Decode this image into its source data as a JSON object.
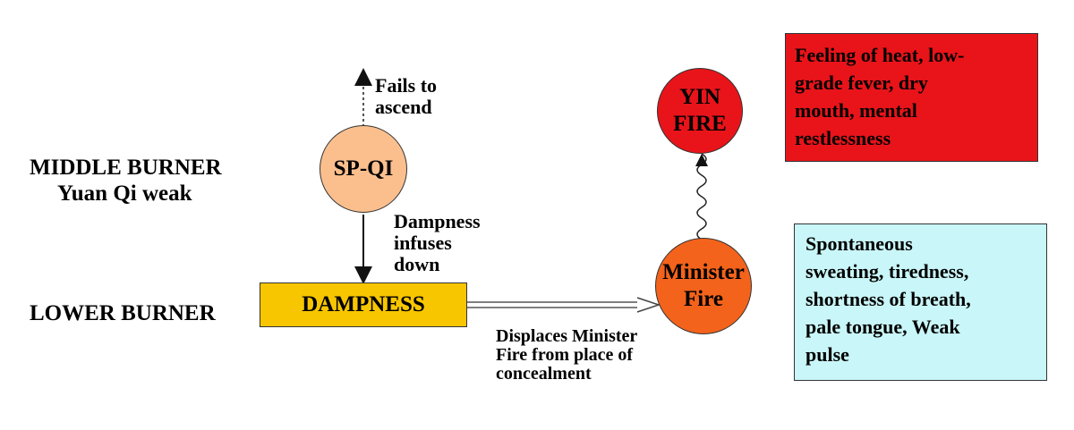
{
  "labels": {
    "middle_burner": "MIDDLE BURNER",
    "yuan_qi": "Yuan Qi weak",
    "lower_burner": "LOWER BURNER"
  },
  "nodes": {
    "sp_qi": "SP-QI",
    "dampness": "DAMPNESS",
    "minister_fire_line1": "Minister",
    "minister_fire_line2": "Fire",
    "yin_fire_line1": "YIN",
    "yin_fire_line2": "FIRE"
  },
  "annotations": {
    "fails_line1": "Fails to",
    "fails_line2": "ascend",
    "dampness_infuses_line1": "Dampness",
    "dampness_infuses_line2": "infuses",
    "dampness_infuses_line3": "down",
    "displaces_line1": "Displaces Minister",
    "displaces_line2": "Fire from place of",
    "displaces_line3": "concealment"
  },
  "symptom_boxes": {
    "heat": [
      "Feeling of heat, low-",
      "grade fever, dry",
      "mouth, mental",
      "restlessness"
    ],
    "qi_deficiency": [
      "Spontaneous",
      "sweating, tiredness,",
      "shortness of breath,",
      "pale tongue, Weak",
      "pulse"
    ]
  },
  "colors": {
    "sp_qi": "#fbbf8e",
    "dampness": "#f7c600",
    "minister_fire": "#f4631b",
    "yin_fire": "#e8141a",
    "heat_box": "#e8141a",
    "qi_box": "#c9f6f8"
  }
}
